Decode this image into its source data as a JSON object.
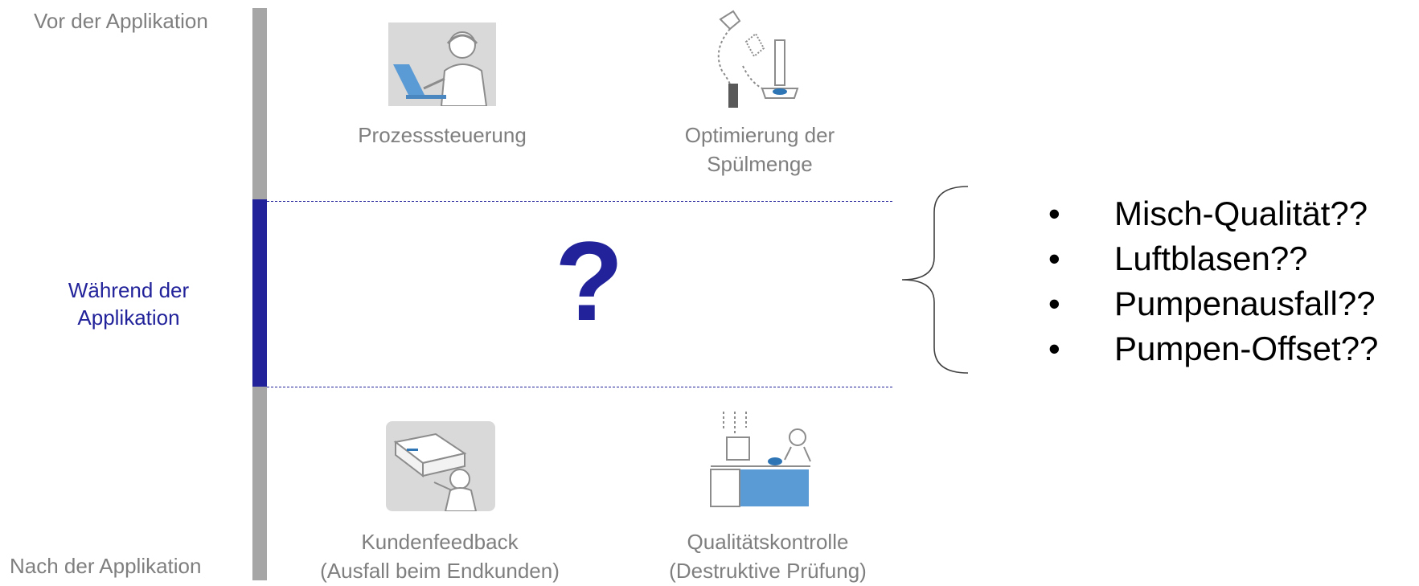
{
  "phases": {
    "before": "Vor der Applikation",
    "during": "Während der Applikation",
    "after": "Nach der Applikation"
  },
  "before_items": [
    {
      "label": "Prozesssteuerung",
      "icon": "engineer-laptop-icon"
    },
    {
      "label": "Optimierung der\nSpülmenge",
      "icon": "flushing-machine-icon"
    }
  ],
  "during": {
    "symbol": "?"
  },
  "after_items": [
    {
      "label": "Kundenfeedback\n(Ausfall beim Endkunden)",
      "icon": "customer-device-icon"
    },
    {
      "label": "Qualitätskontrolle\n(Destruktive Prüfung)",
      "icon": "quality-lab-icon"
    }
  ],
  "issues": [
    "Misch-Qualität??",
    "Luftblasen??",
    "Pumpenausfall??",
    "Pumpen-Offset??"
  ],
  "colors": {
    "accent": "#22239a",
    "gray": "#a6a6a6",
    "text_gray": "#7f7f7f",
    "icon_blue": "#5b9bd5"
  }
}
